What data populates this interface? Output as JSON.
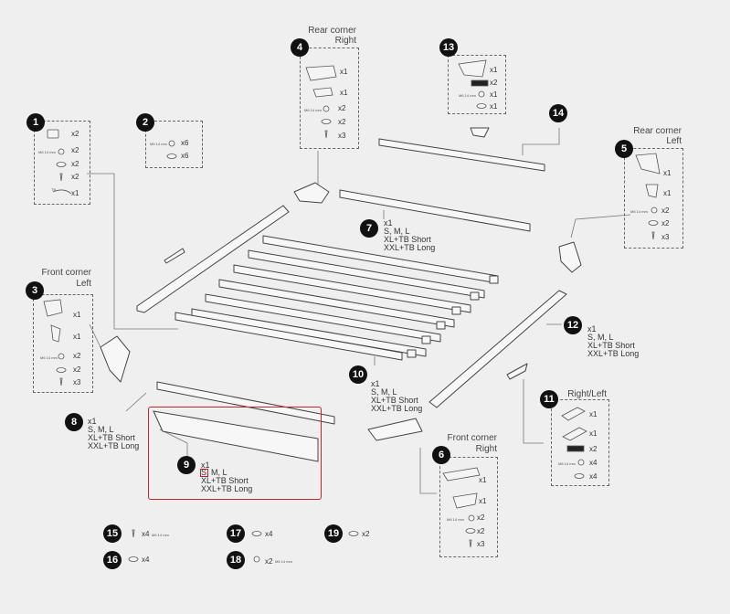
{
  "callouts": {
    "n1": "1",
    "n2": "2",
    "n3": "3",
    "n4": "4",
    "n5": "5",
    "n6": "6",
    "n7": "7",
    "n8": "8",
    "n9": "9",
    "n10": "10",
    "n11": "11",
    "n12": "12",
    "n13": "13",
    "n14": "14",
    "n15": "15",
    "n16": "16",
    "n17": "17",
    "n18": "18",
    "n19": "19"
  },
  "headings": {
    "rear_corner_right": [
      "Rear corner",
      "Right"
    ],
    "rear_corner_left": [
      "Rear corner",
      "Left"
    ],
    "front_corner_left": [
      "Front corner",
      "Left"
    ],
    "front_corner_right": [
      "Front corner",
      "Right"
    ],
    "right_left": "Right/Left"
  },
  "spec": {
    "m6": "M6 14 mm",
    "tb": "TB"
  },
  "qty": {
    "x1": "x1",
    "x2": "x2",
    "x3": "x3",
    "x4": "x4",
    "x6": "x6"
  },
  "size_lines": [
    "x1",
    "S, M, L",
    "XL+TB Short",
    "XXL+TB Long"
  ],
  "size_lines_9": [
    "x1",
    "S, M, L",
    "XL+TB Short",
    "XXL+TB Long"
  ],
  "colors": {
    "highlight": "#c0262a",
    "callout": "#111111",
    "background": "#efefef"
  }
}
